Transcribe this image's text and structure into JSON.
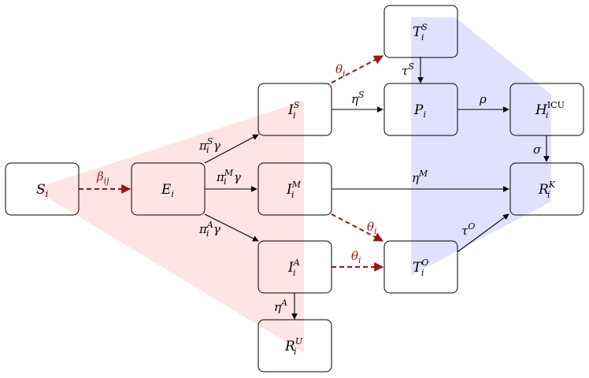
{
  "colors": {
    "red_region": "#ffb3b3",
    "blue_region": "#b3b3ff",
    "dashed_edge": "#a01414",
    "solid_edge": "#000000"
  },
  "nodes": {
    "S": {
      "base": "S",
      "sub": "i",
      "sup": ""
    },
    "E": {
      "base": "E",
      "sub": "i",
      "sup": ""
    },
    "IS": {
      "base": "I",
      "sub": "i",
      "sup": "S"
    },
    "IM": {
      "base": "I",
      "sub": "i",
      "sup": "M"
    },
    "IA": {
      "base": "I",
      "sub": "i",
      "sup": "A"
    },
    "RU": {
      "base": "R",
      "sub": "i",
      "sup": "U"
    },
    "TS": {
      "base": "T",
      "sub": "i",
      "sup": "S"
    },
    "P": {
      "base": "P",
      "sub": "i",
      "sup": ""
    },
    "H": {
      "base": "H",
      "sub": "i",
      "sup": "ICU"
    },
    "TO": {
      "base": "T",
      "sub": "i",
      "sup": "O"
    },
    "RK": {
      "base": "R",
      "sub": "i",
      "sup": "K"
    }
  },
  "edges": {
    "beta": {
      "base": "β",
      "sub": "ij",
      "sup": ""
    },
    "piS": {
      "base": "π",
      "sub": "i",
      "sup": "S",
      "tail": "γ"
    },
    "piM": {
      "base": "π",
      "sub": "i",
      "sup": "M",
      "tail": "γ"
    },
    "piA": {
      "base": "π",
      "sub": "i",
      "sup": "A",
      "tail": "γ"
    },
    "etaA": {
      "base": "η",
      "sub": "",
      "sup": "A"
    },
    "theta_TS": {
      "base": "θ",
      "sub": "i",
      "sup": ""
    },
    "etaS": {
      "base": "η",
      "sub": "",
      "sup": "S"
    },
    "tauS": {
      "base": "τ",
      "sub": "",
      "sup": "S"
    },
    "rho": {
      "base": "ρ",
      "sub": "",
      "sup": ""
    },
    "sigma": {
      "base": "σ",
      "sub": "",
      "sup": ""
    },
    "etaM": {
      "base": "η",
      "sub": "",
      "sup": "M"
    },
    "theta_IM": {
      "base": "θ",
      "sub": "i",
      "sup": ""
    },
    "theta_IA": {
      "base": "θ",
      "sub": "i",
      "sup": ""
    },
    "tauO": {
      "base": "τ",
      "sub": "",
      "sup": "O"
    }
  }
}
